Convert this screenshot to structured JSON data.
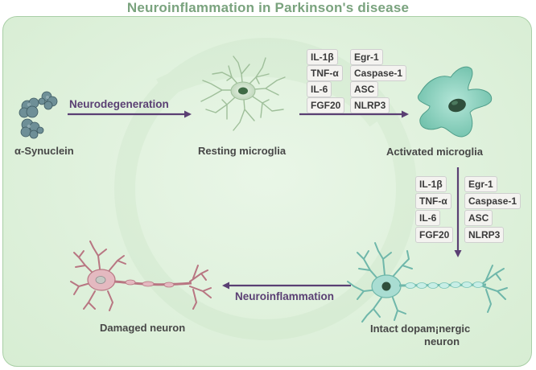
{
  "title": "Neuroinflammation in Parkinson's disease",
  "labels": {
    "synuclein": "α-Synuclein",
    "resting": "Resting microglia",
    "activated": "Activated microglia",
    "damaged": "Damaged neuron",
    "intact_line1": "Intact dopam¡nergic",
    "intact_line2": "neuron"
  },
  "arrows": {
    "neurodegeneration": "Neurodegeneration",
    "neuroinflammation": "Neuroinflammation"
  },
  "markers_top": {
    "left": [
      "IL-1β",
      "TNF-α",
      "IL-6",
      "FGF20"
    ],
    "right": [
      "Egr-1",
      "Caspase-1",
      "ASC",
      "NLRP3"
    ]
  },
  "markers_side": {
    "left": [
      "IL-1β",
      "TNF-α",
      "IL-6",
      "FGF20"
    ],
    "right": [
      "Egr-1",
      "Caspase-1",
      "ASC",
      "NLRP3"
    ]
  },
  "colors": {
    "title": "#7aa37e",
    "arrow": "#5a3f73",
    "panel_border": "#a9cfa6",
    "microglia_resting": "#cfe2cd",
    "microglia_activated": "#8fd1c0",
    "neuron_damaged": "#c98a94",
    "neuron_intact": "#8fcfc3",
    "synuclein": "#5f7f88"
  }
}
